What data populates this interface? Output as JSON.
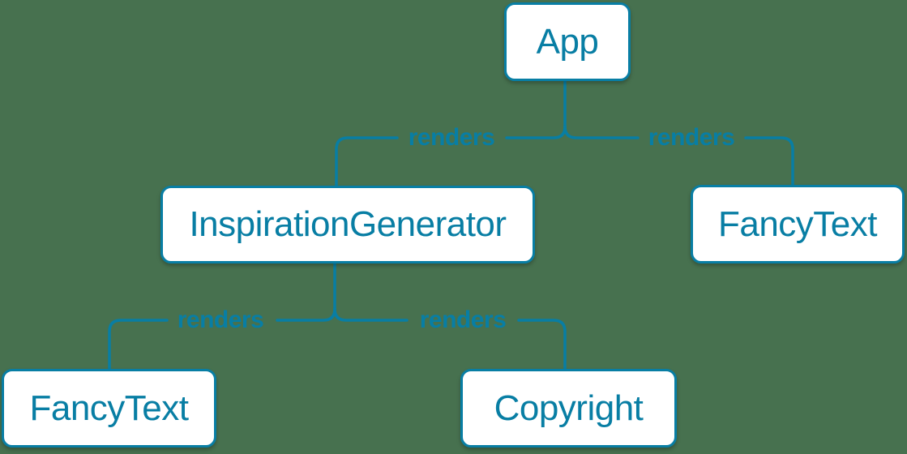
{
  "diagram": {
    "type": "render-tree",
    "colors": {
      "background": "#47714F",
      "accent": "#087EA4",
      "node_fill": "#FFFFFF"
    },
    "nodes": {
      "app": {
        "label": "App"
      },
      "inspiration_generator": {
        "label": "InspirationGenerator"
      },
      "fancy_text_top": {
        "label": "FancyText"
      },
      "fancy_text_bottom": {
        "label": "FancyText"
      },
      "copyright": {
        "label": "Copyright"
      }
    },
    "edges": [
      {
        "from": "App",
        "to": "InspirationGenerator",
        "label": "renders"
      },
      {
        "from": "App",
        "to": "FancyText",
        "label": "renders"
      },
      {
        "from": "InspirationGenerator",
        "to": "FancyText",
        "label": "renders"
      },
      {
        "from": "InspirationGenerator",
        "to": "Copyright",
        "label": "renders"
      }
    ]
  }
}
